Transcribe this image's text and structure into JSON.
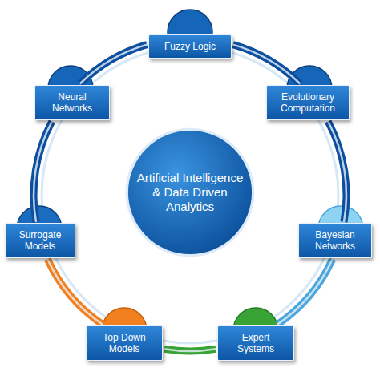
{
  "diagram": {
    "nodes": [
      {
        "text": [
          "Artificial Intelligence & Data Driven Analytics"
        ]
      },
      {
        "text": [
          "Fuzzy Logic"
        ]
      },
      {
        "text": [
          "Evolutionary Computation"
        ]
      },
      {
        "text": [
          "Bayesian Networks"
        ]
      },
      {
        "text": [
          "Expert Systems"
        ]
      },
      {
        "text": [
          "Top Down Models"
        ]
      },
      {
        "text": [
          "Surrogate Models"
        ]
      },
      {
        "text": [
          "Neural Networks"
        ]
      }
    ],
    "edges": [
      {
        "from": 1,
        "to": 2,
        "arrow": "none"
      },
      {
        "from": 2,
        "to": 3,
        "arrow": "none"
      },
      {
        "from": 3,
        "to": 4,
        "arrow": "none"
      },
      {
        "from": 4,
        "to": 5,
        "arrow": "none"
      },
      {
        "from": 5,
        "to": 6,
        "arrow": "none"
      },
      {
        "from": 6,
        "to": 7,
        "arrow": "none"
      },
      {
        "from": 7,
        "to": 1,
        "arrow": "none"
      }
    ]
  }
}
